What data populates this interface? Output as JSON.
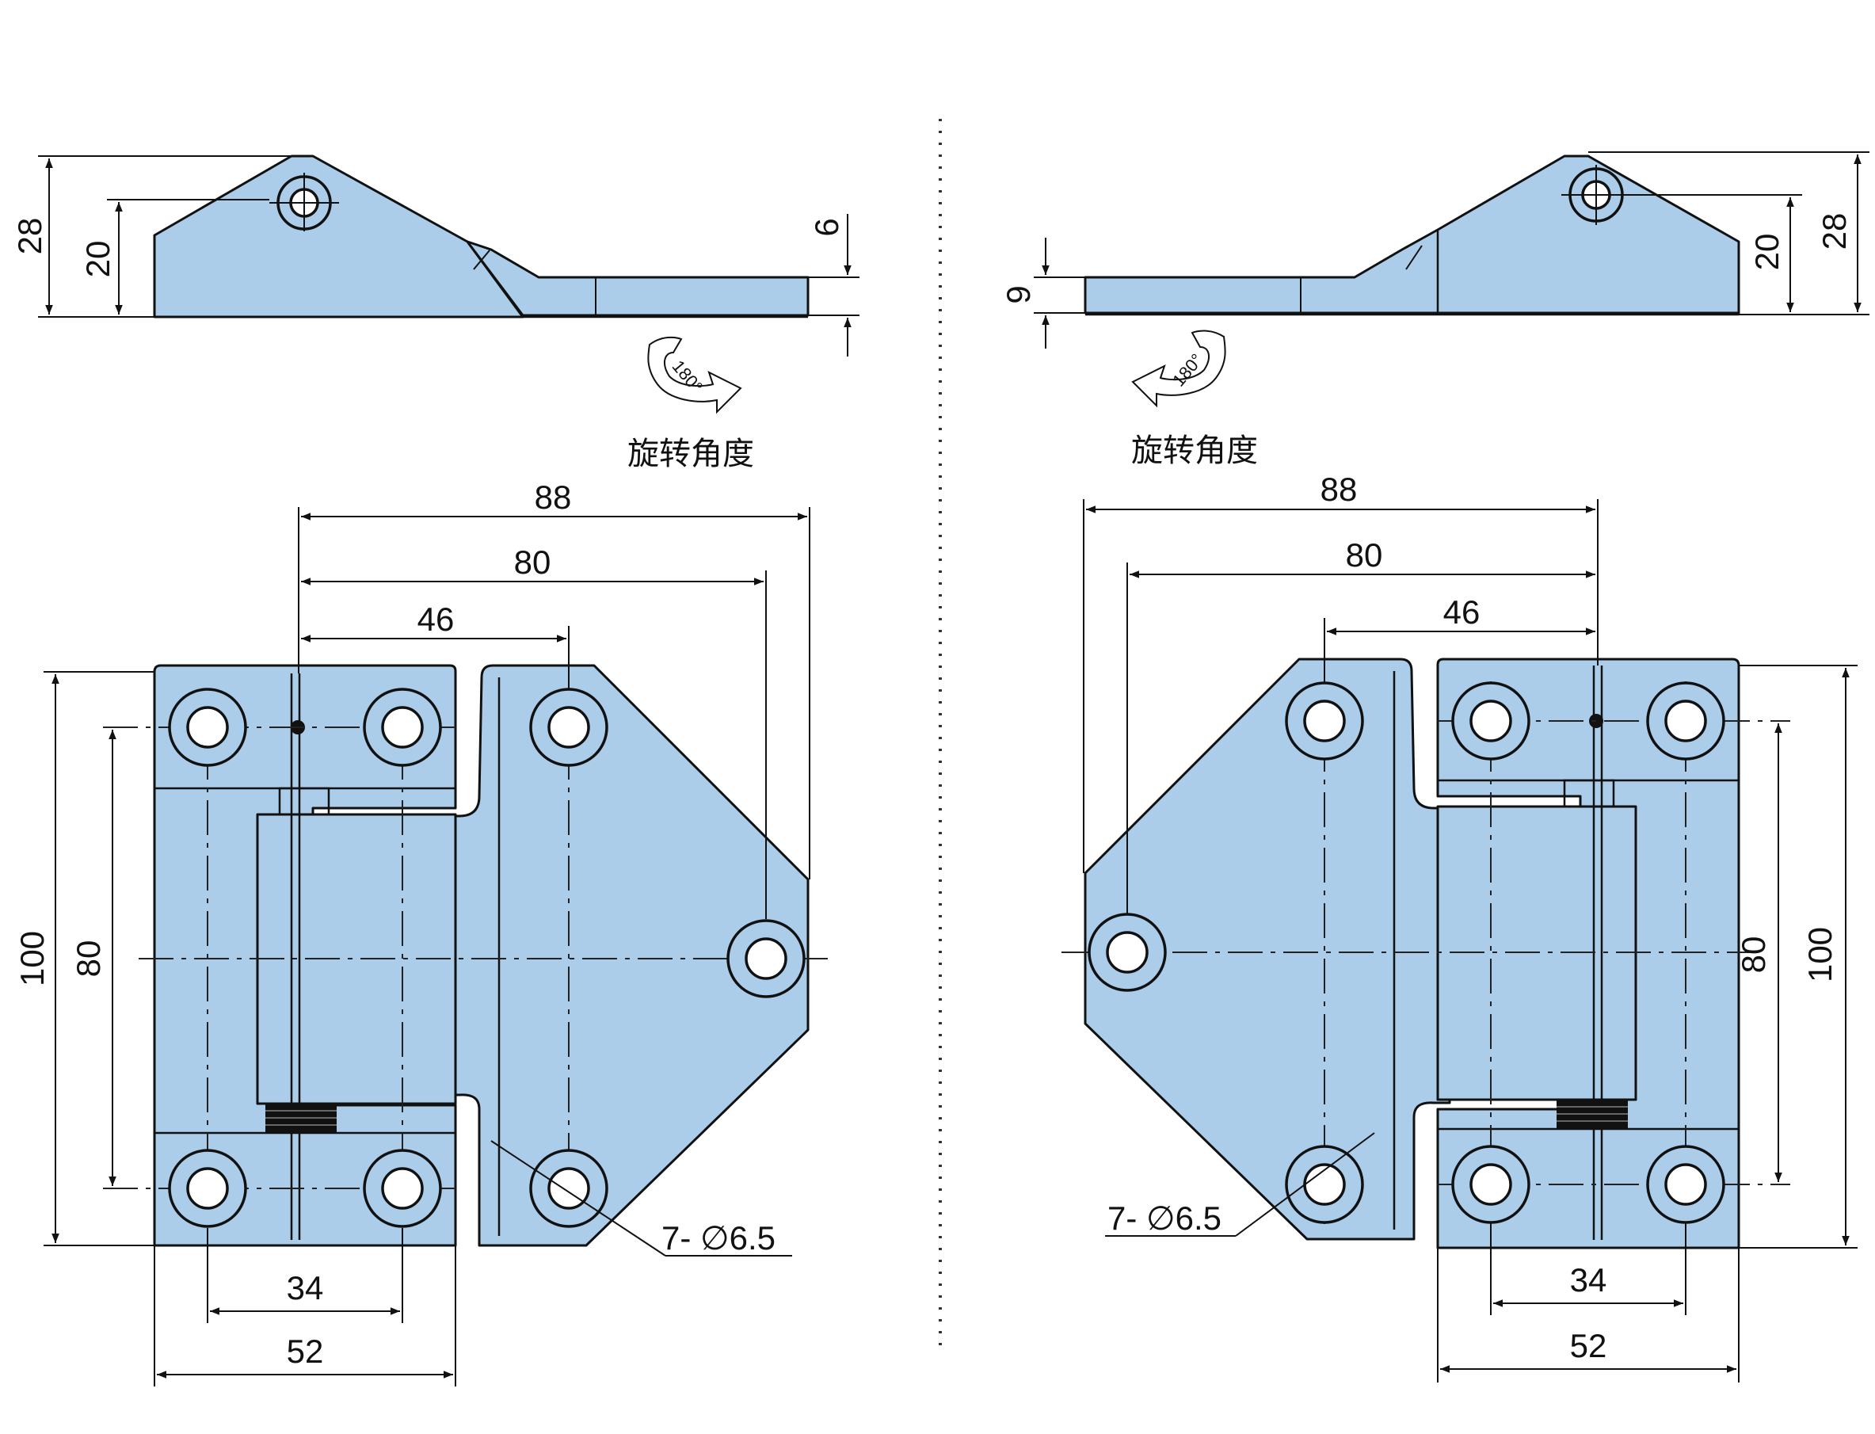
{
  "rotation_angle_label": "旋转角度",
  "left_view": {
    "side": {
      "height_total": "28",
      "height_pivot": "20",
      "leaf_thickness": "6",
      "rotation_value": "180°"
    },
    "plan": {
      "width_total": "88",
      "width_mid": "80",
      "width_short": "46",
      "height_total": "100",
      "height_mid": "80",
      "spacing_small": "34",
      "spacing_large": "52",
      "hole_note": "7- ∅6.5"
    }
  },
  "right_view": {
    "side": {
      "height_total": "28",
      "height_pivot": "20",
      "leaf_thickness": "9",
      "rotation_value": "180°"
    },
    "plan": {
      "width_total": "88",
      "width_mid": "80",
      "width_short": "46",
      "height_total": "100",
      "height_mid": "80",
      "spacing_small": "34",
      "spacing_large": "52",
      "hole_note": "7- ∅6.5"
    }
  },
  "colors": {
    "part_fill": "#abcdea",
    "outline": "#111111",
    "background": "#ffffff"
  }
}
